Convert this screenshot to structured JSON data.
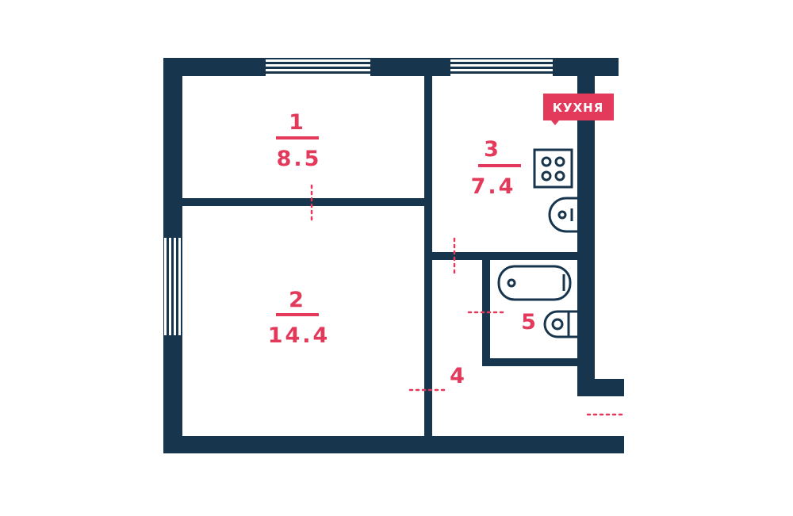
{
  "colors": {
    "wall": "#17354d",
    "accent": "#e33a5c"
  },
  "kitchen_label": "КУХНЯ",
  "rooms": [
    {
      "number": "1",
      "area": "8.5"
    },
    {
      "number": "2",
      "area": "14.4"
    },
    {
      "number": "3",
      "area": "7.4"
    },
    {
      "number": "4"
    },
    {
      "number": "5"
    }
  ]
}
